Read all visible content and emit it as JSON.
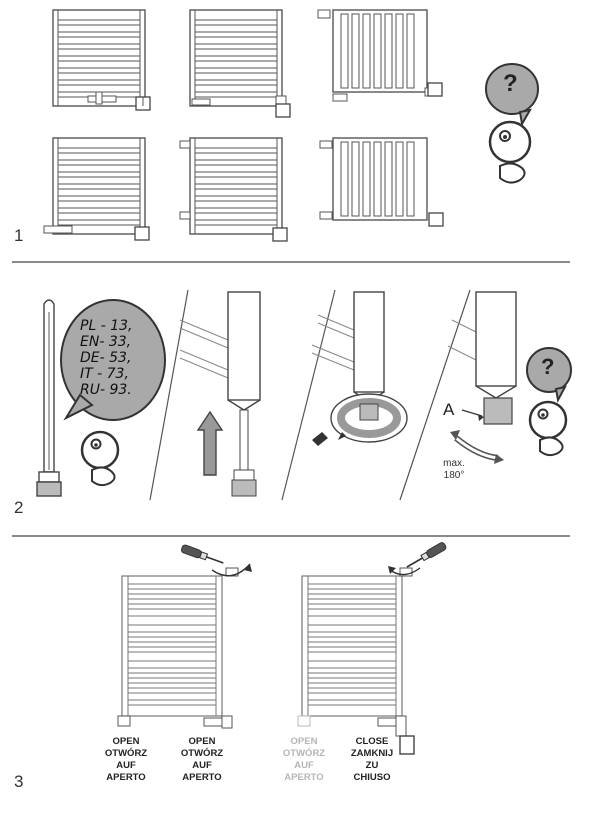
{
  "steps": {
    "one": "1",
    "two": "2",
    "three": "3"
  },
  "thread_bubble": {
    "lines": [
      "PL - 13,",
      "EN- 33,",
      "DE- 53,",
      "IT - 73,",
      "RU- 93."
    ]
  },
  "question_mark": "?",
  "rotation": {
    "label_a": "A",
    "max_line1": "max.",
    "max_line2": "180°"
  },
  "valves": [
    {
      "lines": [
        "OPEN",
        "OTWÓRZ",
        "AUF",
        "APERTO"
      ],
      "state": "active"
    },
    {
      "lines": [
        "OPEN",
        "OTWÓRZ",
        "AUF",
        "APERTO"
      ],
      "state": "active"
    },
    {
      "lines": [
        "OPEN",
        "OTWÓRZ",
        "AUF",
        "APERTO"
      ],
      "state": "inactive"
    },
    {
      "lines": [
        "CLOSE",
        "ZAMKNIJ",
        "ZU",
        "CHIUSO"
      ],
      "state": "active"
    }
  ],
  "colors": {
    "line": "#555555",
    "bubble_fill": "#a9a9a9",
    "divider": "#444444"
  }
}
